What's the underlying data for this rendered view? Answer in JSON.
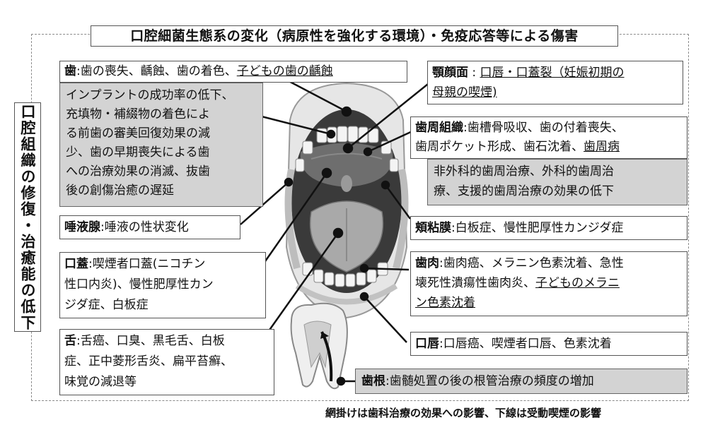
{
  "title": "口腔細菌生態系の変化（病原性を強化する環境）・免疫応答等による傷害",
  "side_label": "口腔組織の修復・治癒能の低下",
  "boxes": {
    "teeth": {
      "head": "歯",
      "sep": ":",
      "text": "歯の喪失、齲蝕、歯の着色、",
      "underline": "子どもの歯の齲蝕"
    },
    "teeth_effects": [
      "インプラントの成功率の低下、",
      "充填物・補綴物の着色によ",
      "る前歯の審美回復効果の減",
      "少、歯の早期喪失による歯",
      "への治療効果の消滅、抜歯",
      "後の創傷治癒の遅延"
    ],
    "saliva": {
      "head": "唾液腺",
      "sep": ":",
      "text": "唾液の性状変化"
    },
    "palate": {
      "head": "口蓋",
      "sep": ":",
      "line1": "喫煙者口蓋(ニコチン",
      "line2": "性口内炎)、慢性肥厚性カン",
      "line3": "ジダ症、白板症"
    },
    "tongue": {
      "head": "舌",
      "sep": ":",
      "line1": "舌癌、口臭、黒毛舌、白板",
      "line2": "症、正中菱形舌炎、扁平苔癬、",
      "line3": "味覚の減退等"
    },
    "jaw": {
      "head": "顎顔面",
      "sep": " : ",
      "underline1": "口唇・口蓋裂（妊娠初期の",
      "underline2": "母親の喫煙)"
    },
    "periodontal": {
      "head": "歯周組織",
      "sep": ":",
      "line1": "歯槽骨吸収、歯の付着喪失、",
      "line2": "歯周ポケット形成、歯石沈着、",
      "underline": "歯周病"
    },
    "periodontal_effects": [
      "非外科的歯周治療、外科的歯周治",
      "療、支援的歯周治療の効果の低下"
    ],
    "buccal": {
      "head": "頬粘膜",
      "sep": ":",
      "text": "白板症、慢性肥厚性カンジダ症"
    },
    "gingiva": {
      "head": "歯肉",
      "sep": ":",
      "line1": "歯肉癌、メラニン色素沈着、急性",
      "line2": "壊死性潰瘍性歯肉炎、",
      "underline1": "子どものメラニ",
      "underline2": "ン色素沈着"
    },
    "lips": {
      "head": "口唇",
      "sep": ":",
      "text": "口唇癌、喫煙者口唇、色素沈着"
    },
    "root": {
      "head": "歯根",
      "sep": ":",
      "text": "歯髄処置の後の根管治療の頻度の増加"
    }
  },
  "footnote": "網掛けは歯科治療の効果への影響、下線は受動喫煙の影響",
  "colors": {
    "shade": "#d3d3d3",
    "border": "#555555"
  }
}
